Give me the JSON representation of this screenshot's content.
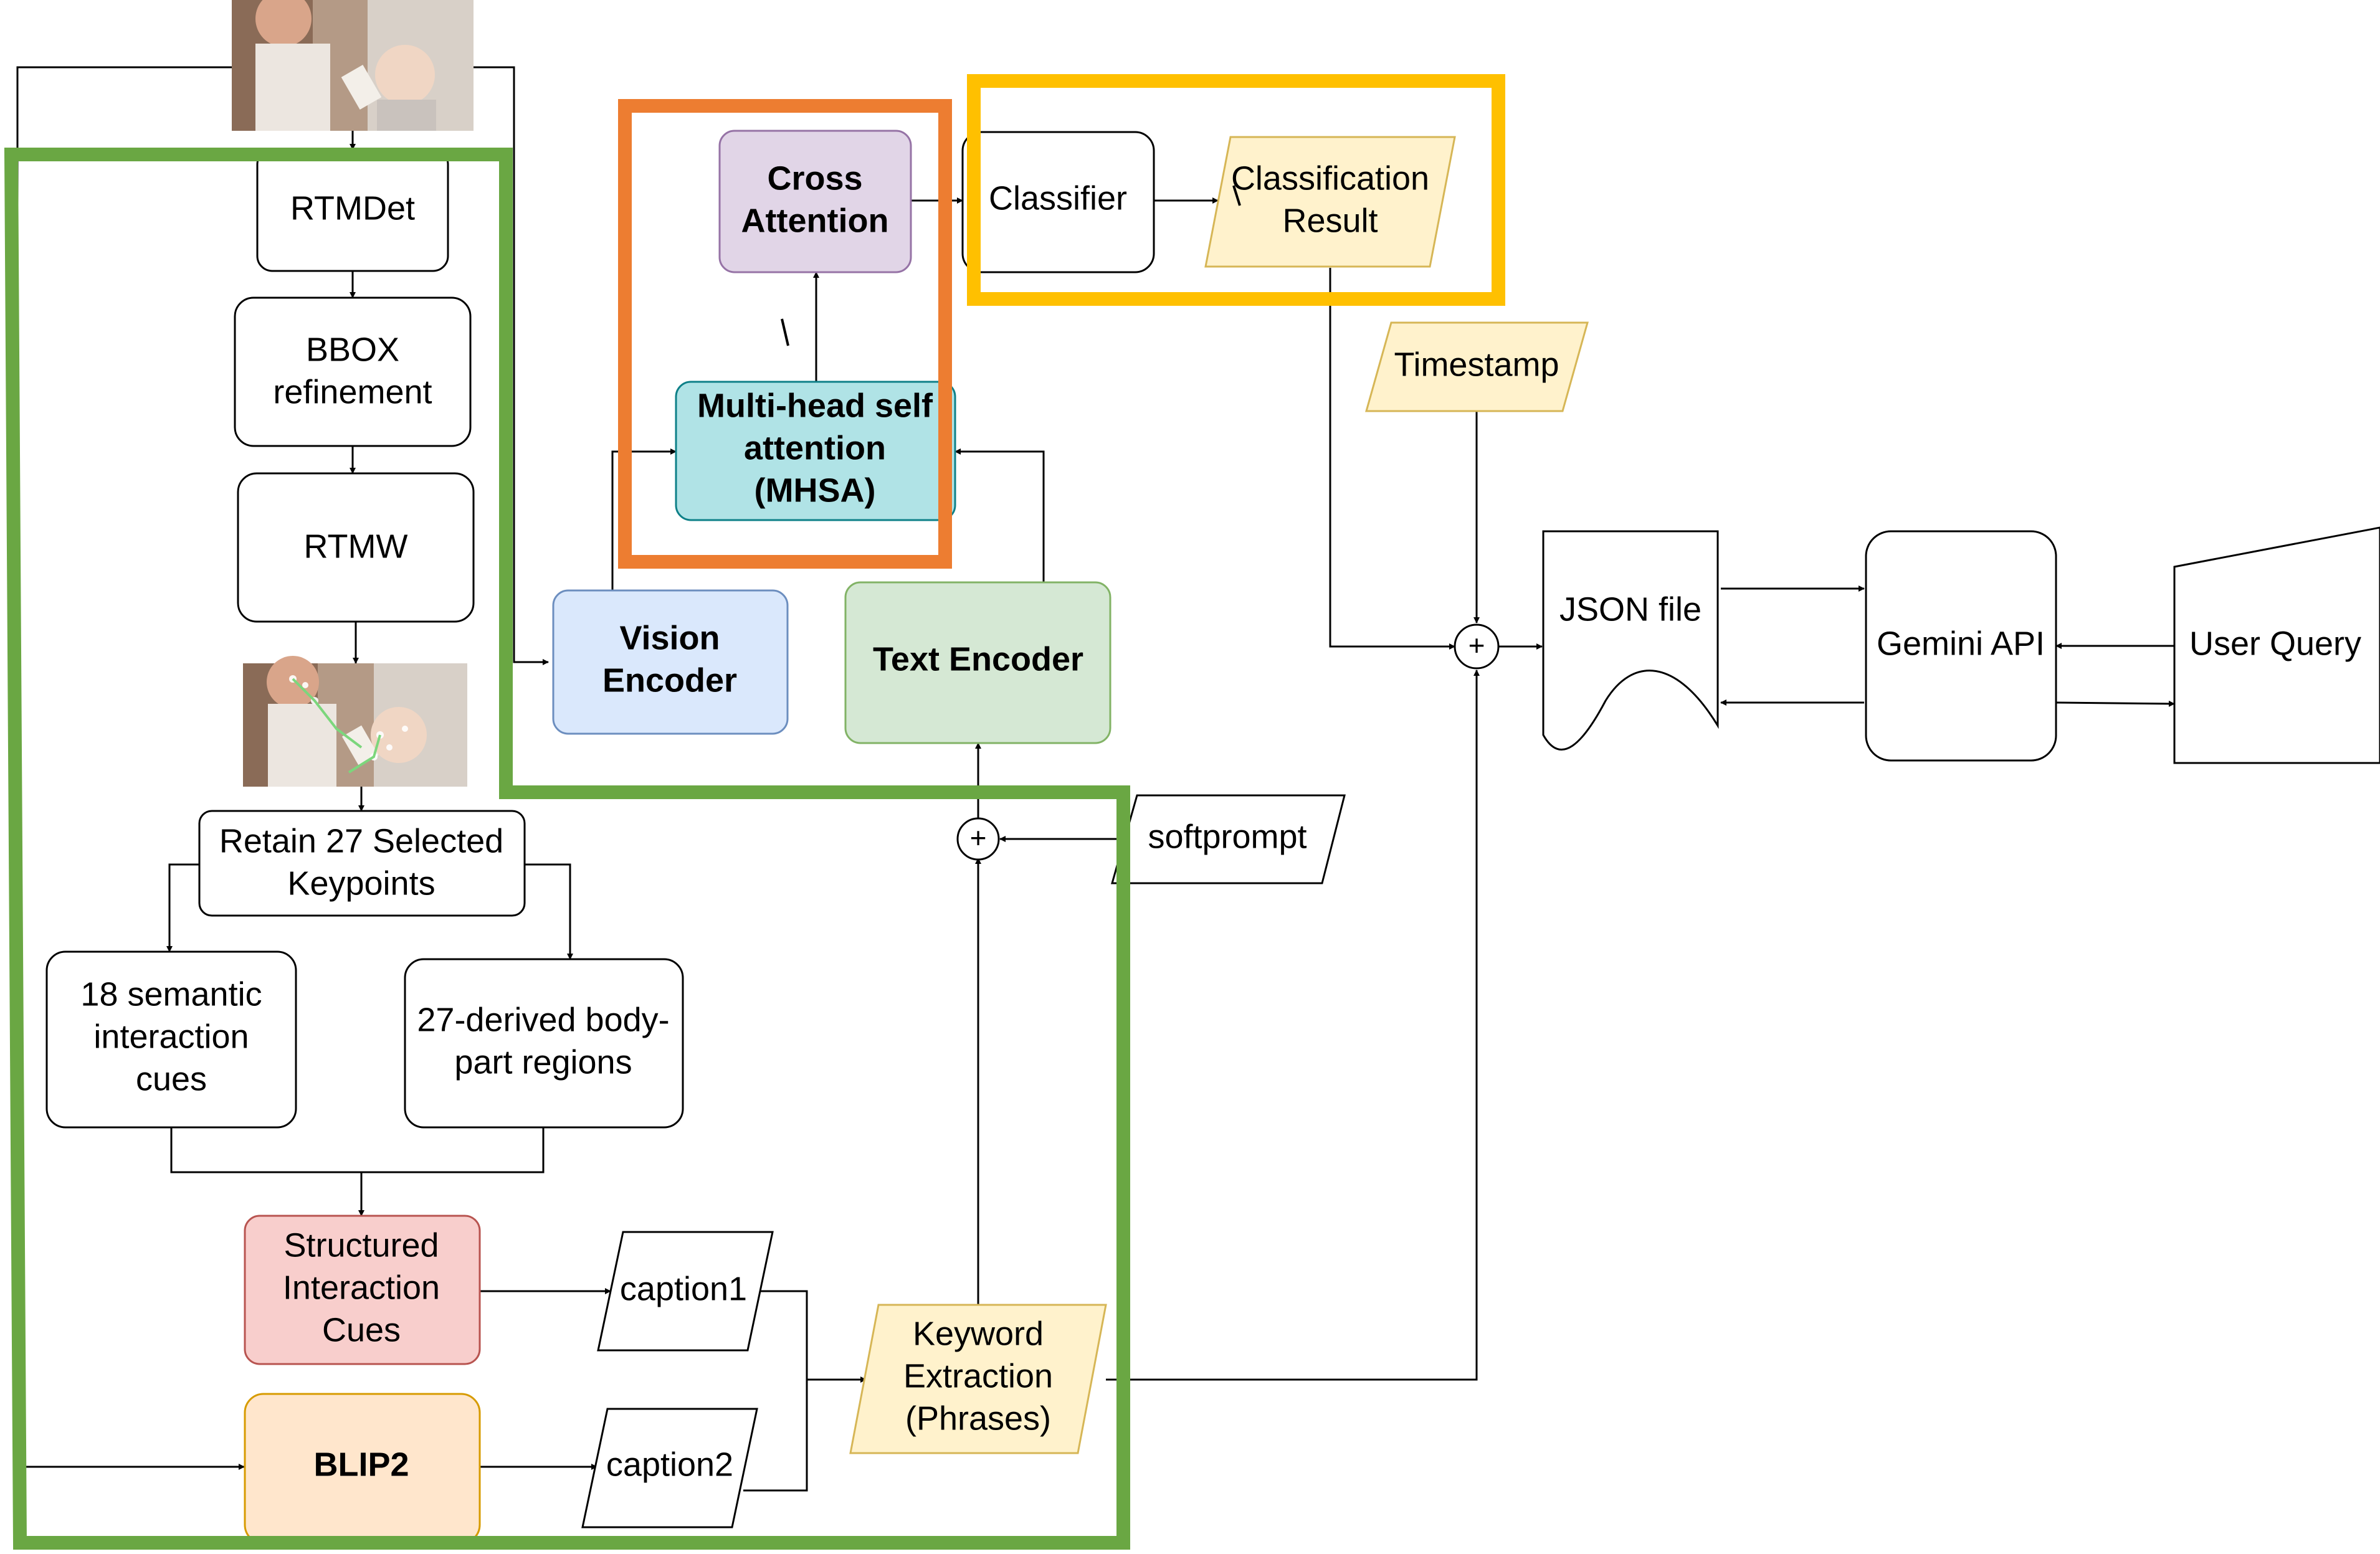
{
  "nodes": {
    "rtmdet": "RTMDet",
    "bbox_refinement": [
      "BBOX",
      "refinement"
    ],
    "rtmw": "RTMW",
    "retain_keypoints": [
      "Retain 27 Selected",
      "Keypoints"
    ],
    "semantic_cues": [
      "18 semantic",
      "interaction",
      "cues"
    ],
    "body_part_regions": [
      "27-derived body-",
      "part regions"
    ],
    "structured_cues": [
      "Structured",
      "Interaction",
      "Cues"
    ],
    "blip2": "BLIP2",
    "caption1": "caption1",
    "caption2": "caption2",
    "keyword_extraction": [
      "Keyword",
      "Extraction",
      "(Phrases)"
    ],
    "vision_encoder": [
      "Vision",
      "Encoder"
    ],
    "text_encoder": "Text Encoder",
    "softprompt": "softprompt",
    "mhsa": [
      "Multi-head self",
      "attention",
      "(MHSA)"
    ],
    "cross_attention": [
      "Cross",
      "Attention"
    ],
    "classifier": "Classifier",
    "classification_result": [
      "Classification",
      "Result"
    ],
    "timestamp": "Timestamp",
    "json_file": "JSON file",
    "gemini_api": "Gemini API",
    "user_query": "User Query",
    "sum_symbol": "+"
  },
  "photos": {
    "input_image": "mother-feeding-baby-photo",
    "keypoint_image": "pose-keypoints-overlay-photo"
  },
  "colors": {
    "green_frame": "#6aa743",
    "orange_frame": "#ed7d31",
    "yellow_frame": "#ffc000",
    "cross_attention_fill": "#e1d5e7",
    "cross_attention_stroke": "#9673a6",
    "mhsa_fill": "#b0e3e6",
    "mhsa_stroke": "#0e8088",
    "vision_encoder_fill": "#dae8fc",
    "vision_encoder_stroke": "#6c8ebf",
    "text_encoder_fill": "#d5e8d4",
    "text_encoder_stroke": "#82b366",
    "structured_cues_fill": "#f8cecc",
    "structured_cues_stroke": "#b85450",
    "blip2_fill": "#ffe6cc",
    "blip2_stroke": "#d79b00",
    "note_fill": "#fff2cc",
    "note_stroke": "#d6b656"
  }
}
